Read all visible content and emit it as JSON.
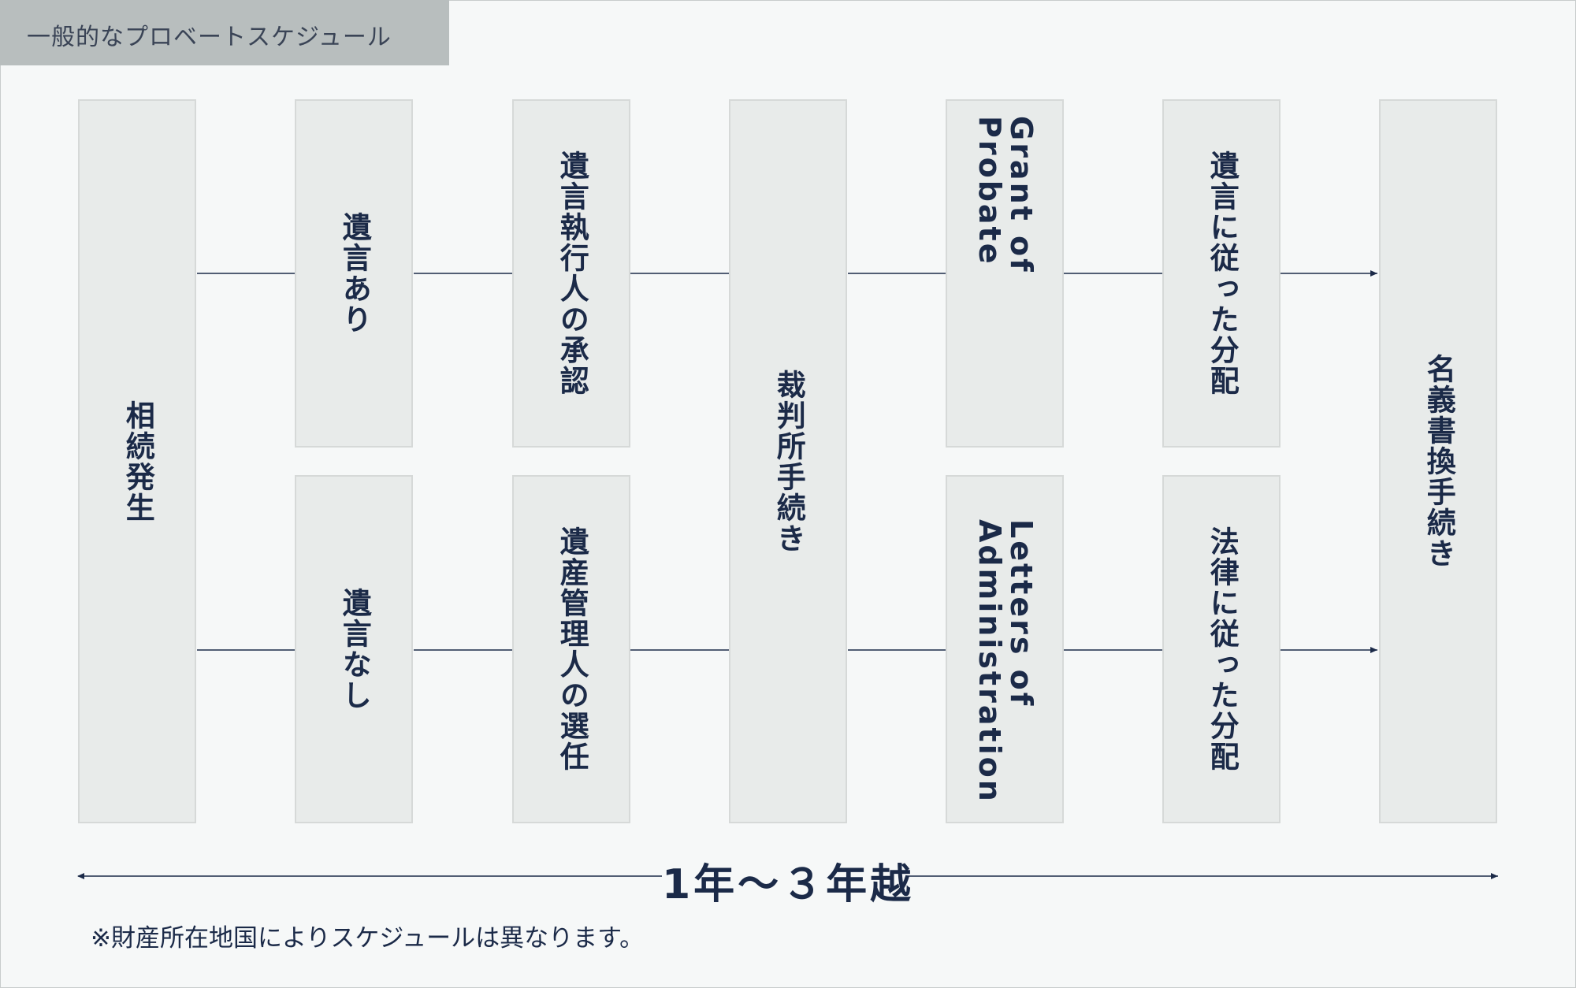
{
  "header": {
    "title": "一般的なプロベートスケジュール"
  },
  "boxes": {
    "inheritance": "相続発生",
    "will_yes": "遺言あり",
    "will_no": "遺言なし",
    "executor": "遺言執行人の承認",
    "administrator": "遺産管理人の選任",
    "court": "裁判所手続き",
    "grant_probate": "Grant of Probate",
    "letters_admin": "Letters of Administration",
    "dist_will": "遺言に従った分配",
    "dist_law": "法律に従った分配",
    "title_transfer": "名義書換手続き"
  },
  "timeline": {
    "label": "1年〜３年越"
  },
  "footnote": "※財産所在地国によりスケジュールは異なります。",
  "colors": {
    "accent": "#1b2a48",
    "box_fill": "#e8ebea",
    "header_fill": "#b8bebe"
  }
}
